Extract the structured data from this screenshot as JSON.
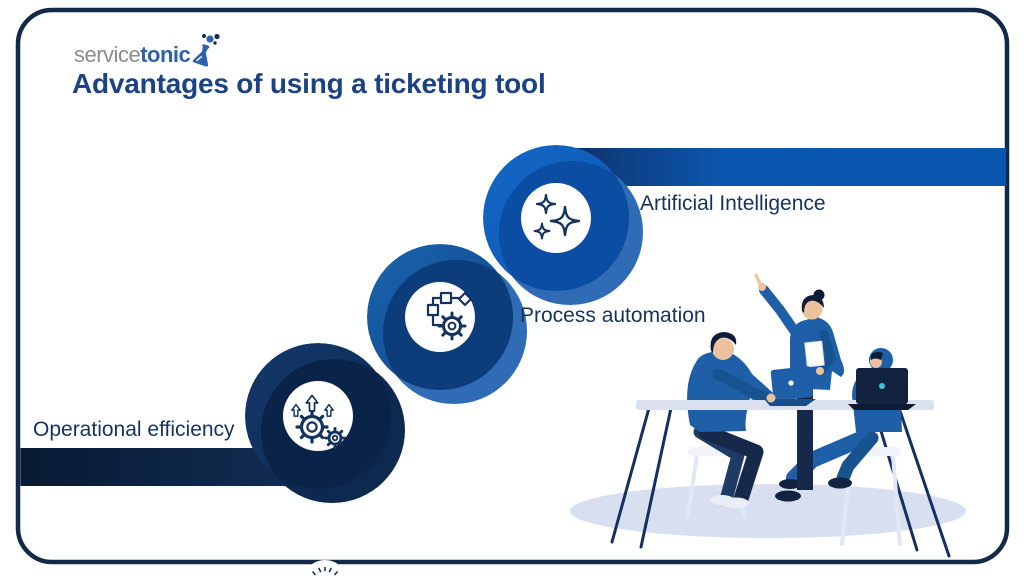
{
  "logo": {
    "part1": "service",
    "part2": "tonic",
    "icon": "flask-bubbles-icon"
  },
  "title": "Advantages of using a ticketing tool",
  "steps": [
    {
      "label": "Operational efficiency",
      "icon": "gears-arrows-icon"
    },
    {
      "label": "Process automation",
      "icon": "workflow-gear-icon"
    },
    {
      "label": "Artificial Intelligence",
      "icon": "sparkles-icon"
    }
  ],
  "illustration": "three-people-meeting-at-table-with-laptops",
  "colors": {
    "accent_bar_blue": "#0B57B0",
    "circle_top_blue": "#1166C6",
    "circle_mid_blue": "#12529C",
    "circle_bottom_navy": "#0E2C55",
    "border_navy": "#13294A",
    "label_navy": "#16335F",
    "title_blue": "#1B4287",
    "logo_gray": "#8C8C8C",
    "logo_blue": "#2E63AC",
    "people_blue": "#1E5FA8",
    "floor_lavender": "#D8DFF1",
    "laptop_dot_cyan": "#3BC4DC"
  }
}
